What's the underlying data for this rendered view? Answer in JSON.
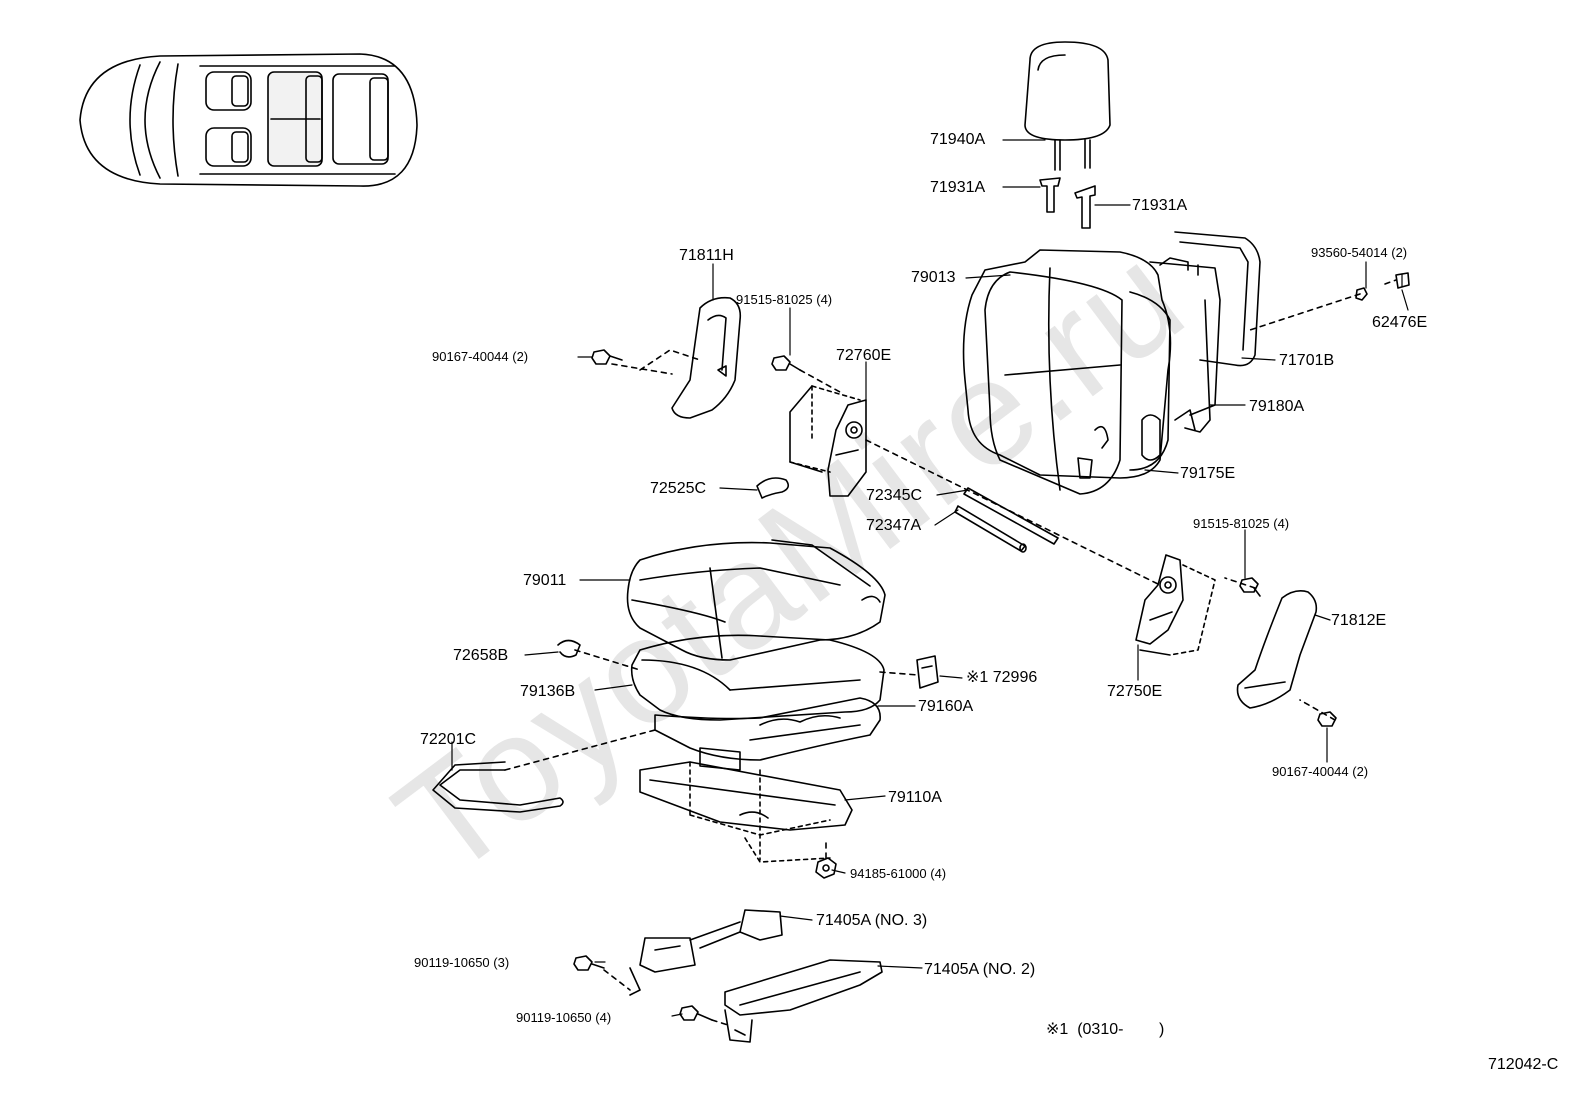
{
  "watermark": "ToyotaMire.ru",
  "diagram_id": "712042-C",
  "footnote": "※1  (0310-        )",
  "labels": {
    "p71940a": "71940A",
    "p71931a_l": "71931A",
    "p71931a_r": "71931A",
    "p79013": "79013",
    "p93560": "93560-54014 (2)",
    "p62476e": "62476E",
    "p71701b": "71701B",
    "p79180a": "79180A",
    "p79175e": "79175E",
    "p71811h": "71811H",
    "p91515_top": "91515-81025 (4)",
    "p90167_top": "90167-40044 (2)",
    "p72760e": "72760E",
    "p72525c": "72525C",
    "p72345c": "72345C",
    "p72347a": "72347A",
    "p91515_right": "91515-81025 (4)",
    "p71812e": "71812E",
    "p72750e": "72750E",
    "p90167_right": "90167-40044 (2)",
    "p79011": "79011",
    "p72658b": "72658B",
    "p79136b": "79136B",
    "p72996": "※1  72996",
    "p79160a": "79160A",
    "p72201c": "72201C",
    "p79110a": "79110A",
    "p94185": "94185-61000 (4)",
    "p71405a_3": "71405A  (NO. 3)",
    "p71405a_2": "71405A  (NO. 2)",
    "p90119_3": "90119-10650 (3)",
    "p90119_4": "90119-10650 (4)"
  }
}
